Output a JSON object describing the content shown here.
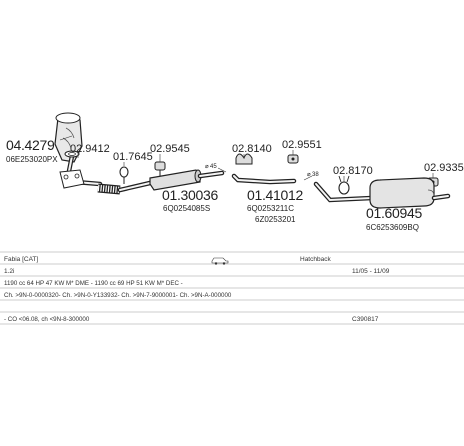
{
  "parts": [
    {
      "id": "p1",
      "ref": "04.4279",
      "oe": "06E253020PX"
    },
    {
      "id": "p2",
      "ref": "02.9412"
    },
    {
      "id": "p3",
      "ref": "01.7645"
    },
    {
      "id": "p4",
      "ref": "02.9545"
    },
    {
      "id": "p5",
      "ref": "01.30036",
      "oe": "6Q0254085S"
    },
    {
      "id": "p6",
      "ref": "02.8140"
    },
    {
      "id": "p7",
      "ref": "02.9551"
    },
    {
      "id": "p8",
      "ref": "01.41012",
      "oe": "6Q0253211C",
      "oe2": "6Z0253201"
    },
    {
      "id": "p9",
      "ref": "02.8170"
    },
    {
      "id": "p10",
      "ref": "02.9335"
    },
    {
      "id": "p11",
      "ref": "01.60945",
      "oe": "6C6253609BQ"
    }
  ],
  "pipe_diameters": [
    "45",
    "38"
  ],
  "vehicle": {
    "model": "Fabia [CAT]",
    "body": "Hatchback",
    "engine": "1.2i",
    "dates": "11/05 - 11/09",
    "specs": "1190 cc 64 HP 47 KW M* DME - 1190 cc 69 HP 51 KW M* DEC -",
    "chassis": "Ch. >9N-0-0000320- Ch. >9N-0-Y133932- Ch. >9N-7-9000001- Ch. >9N-A-000000",
    "notes": "- CO <06.08, ch <9N-8-300000",
    "code": "C390817"
  }
}
